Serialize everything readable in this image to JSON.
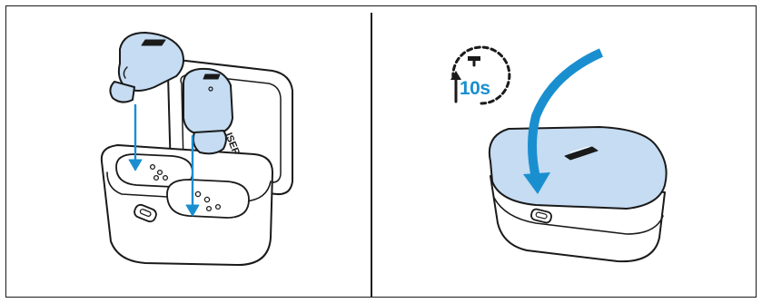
{
  "timer": {
    "label": "10s"
  },
  "case_brand_text": "ISER",
  "colors": {
    "line": "#1a1a1a",
    "accent_blue": "#1a8fd0",
    "light_blue": "#c5dcf2",
    "background": "#ffffff"
  },
  "panels": [
    {
      "id": "insert-earbuds",
      "icons": [
        "earbud-icon",
        "charging-case-icon",
        "down-arrow-icon"
      ]
    },
    {
      "id": "close-lid-wait",
      "icons": [
        "stopwatch-icon",
        "curved-arrow-icon",
        "closed-case-icon"
      ]
    }
  ]
}
